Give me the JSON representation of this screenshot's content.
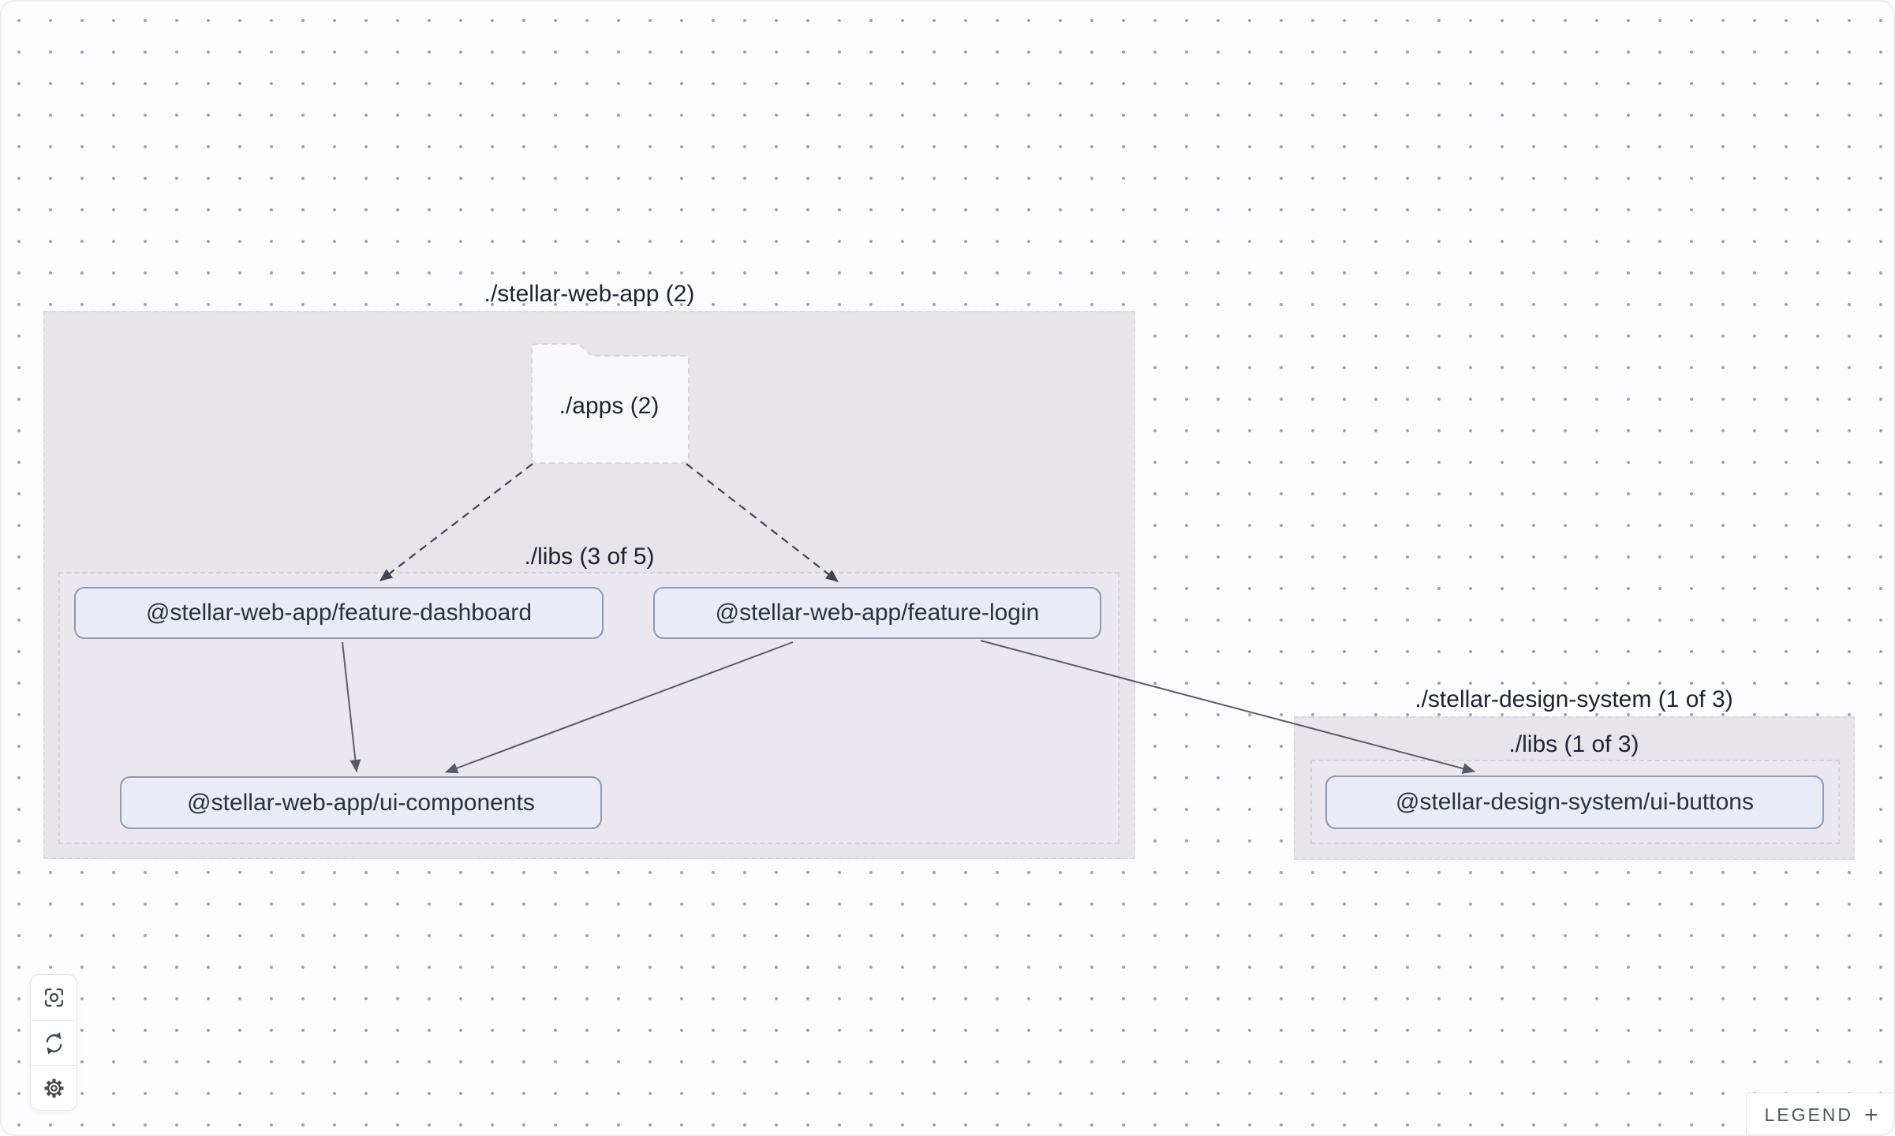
{
  "colors": {
    "canvas_bg": "#fdfcfe",
    "grid_dot": "#98a2b6",
    "group_fill": "#e7e4ea",
    "group_inner_fill": "#eae7ee",
    "node_fill": "#e9ecf6",
    "node_border": "#8f99af",
    "edge_solid": "#5a5f6b",
    "edge_dashed": "#3f4450"
  },
  "graph": {
    "groups": [
      {
        "label": "./stellar-web-app (2)"
      },
      {
        "label": "./libs (3 of 5)"
      },
      {
        "label": "./stellar-design-system (1 of 3)"
      },
      {
        "label": "./libs (1 of 3)"
      }
    ],
    "folder_node": {
      "label": "./apps (2)"
    },
    "nodes": [
      {
        "label": "@stellar-web-app/feature-dashboard"
      },
      {
        "label": "@stellar-web-app/feature-login"
      },
      {
        "label": "@stellar-web-app/ui-components"
      },
      {
        "label": "@stellar-design-system/ui-buttons"
      }
    ],
    "edges": [
      {
        "from": "./apps (2)",
        "to": "@stellar-web-app/feature-dashboard",
        "style": "dashed"
      },
      {
        "from": "./apps (2)",
        "to": "@stellar-web-app/feature-login",
        "style": "dashed"
      },
      {
        "from": "@stellar-web-app/feature-dashboard",
        "to": "@stellar-web-app/ui-components",
        "style": "solid"
      },
      {
        "from": "@stellar-web-app/feature-login",
        "to": "@stellar-web-app/ui-components",
        "style": "solid"
      },
      {
        "from": "@stellar-web-app/feature-login",
        "to": "@stellar-design-system/ui-buttons",
        "style": "solid"
      }
    ]
  },
  "toolbar": {
    "buttons": [
      {
        "name": "focus",
        "icon": "focus-icon"
      },
      {
        "name": "refresh",
        "icon": "refresh-icon"
      },
      {
        "name": "settings",
        "icon": "gear-icon"
      }
    ]
  },
  "legend": {
    "label": "LEGEND",
    "expand": "+"
  }
}
